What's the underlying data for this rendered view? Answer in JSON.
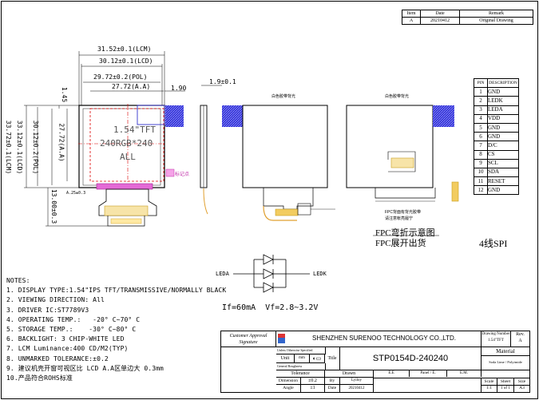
{
  "revision_table": {
    "headers": [
      "Item",
      "Date",
      "Remark"
    ],
    "rows": [
      [
        "A",
        "20210412",
        "Original Drawing"
      ]
    ]
  },
  "dimensions": {
    "lcm_width": "31.52±0.1(LCM)",
    "lcd_width": "30.12±0.1(LCD)",
    "pol_width": "29.72±0.2(POL)",
    "aa_width": "27.72(A.A)",
    "right_gap": "1.90",
    "thickness": "1.9±0.1",
    "lcm_height": "33.72±0.1(LCM)",
    "lcd_height": "33.12±0.1(LCD)",
    "pol_height": "30.12±0.2(POL)",
    "aa_height": "27.72(A.A)",
    "top_gap": "1.45",
    "fpc_len": "13.00±0.3",
    "small_label": "A.25±0.3"
  },
  "screen": {
    "size": "1.54\"TFT",
    "resolution": "240RGB*240",
    "view": "ALL",
    "pin1_label": "标记点"
  },
  "back_views": {
    "left_label": "白色胶带背光",
    "right_label": "白色胶带背光",
    "fpc_note1": "FPC背面有背光胶带",
    "fpc_note2": "请注意帐亮履宁",
    "fold_title": "FPC弯折示意图",
    "unfold_title": "FPC展开出货"
  },
  "circuit": {
    "led_anode": "LEDA",
    "led_cathode": "LEDK",
    "spec": "If=60mA  Vf=2.8~3.2V"
  },
  "interface": "4线SPI",
  "pin_table": {
    "headers": [
      "PIN",
      "DESCRIPTION"
    ],
    "rows": [
      [
        "1",
        "GND"
      ],
      [
        "2",
        "LEDK"
      ],
      [
        "3",
        "LEDA"
      ],
      [
        "4",
        "VDD"
      ],
      [
        "5",
        "GND"
      ],
      [
        "6",
        "GND"
      ],
      [
        "7",
        "D/C"
      ],
      [
        "8",
        "CS"
      ],
      [
        "9",
        "SCL"
      ],
      [
        "10",
        "SDA"
      ],
      [
        "11",
        "RESET"
      ],
      [
        "12",
        "GND"
      ]
    ]
  },
  "notes": {
    "title": "NOTES:",
    "items": [
      "1. DISPLAY TYPE:1.54\"IPS TFT/TRANSMISSIVE/NORMALLY BLACK",
      "2. VIEWING DIRECTION: All",
      "3. DRIVER IC:ST7789V3",
      "4. OPERATING TEMP.:   -20° C~70° C",
      "5. STORAGE TEMP.:    -30° C~80° C",
      "6. BACKLIGHT: 3 CHIP-WHITE LED",
      "7. LCM Luminance:400 CD/M2(TYP)",
      "8. UNMARKED TOLERANCE:±0.2",
      "9. 建议机壳开窗可视区比 LCD A.A区单边大 0.3mm",
      "10.产品符合ROHS标准"
    ]
  },
  "title_block": {
    "customer_approval": "Customer Approval",
    "signature": "Signature",
    "company": "SHENZHEN SURENOO TECHNOLOGY CO.,LTD.",
    "drawing_number_label": "Drawing Number",
    "drawing_number": "1.54\"TFT",
    "rev_label": "Rev.",
    "rev": "A",
    "unless": "Unless Otherwise Specified",
    "unit_label": "Unit",
    "unit": "mm",
    "title_label": "Title",
    "title": "STP0154D-240240",
    "general_roughness": "General Roughness",
    "material_label": "Material",
    "material": "Soda Lime / Polyimide",
    "tolerance_label": "Tolerance",
    "drawn_label": "Drawn",
    "ee": "E.E",
    "panel": "Panel / E.",
    "em": "E.M.",
    "dimension_label": "Dimension",
    "dimension_tol": "±0.2",
    "by_label": "By",
    "by": "Lyiloy",
    "angle_label": "Angle",
    "angle_tol": "±1",
    "date_label": "Date",
    "date": "20210412",
    "scale_label": "Scale",
    "scale": "1:1",
    "sheet_label": "Sheet",
    "sheet": "1 of 1",
    "size_label": "Size",
    "size": "A3"
  }
}
